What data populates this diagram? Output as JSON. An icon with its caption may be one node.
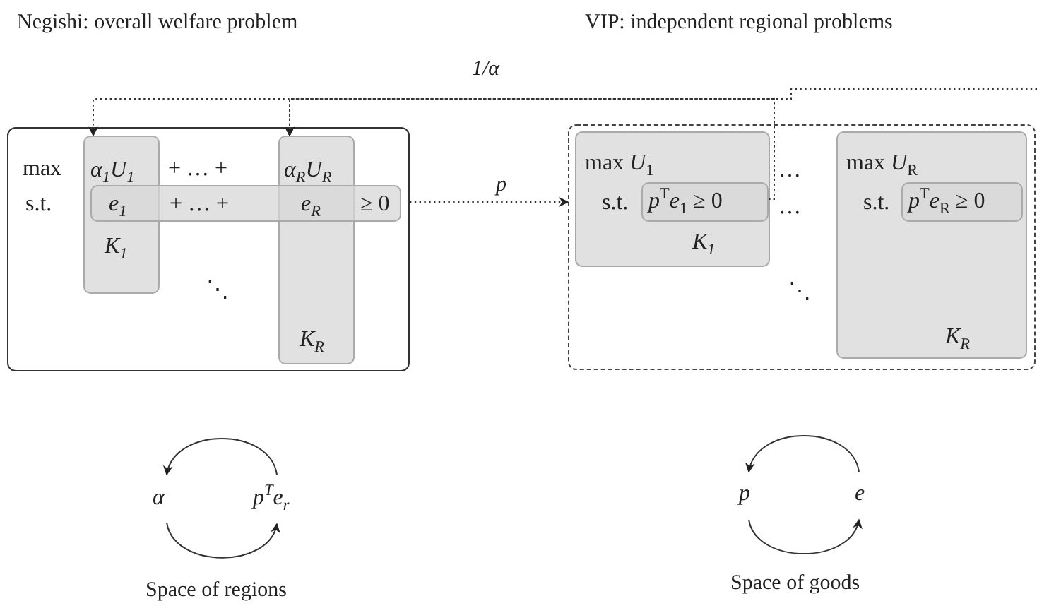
{
  "diagram": {
    "nodes": [
      {
        "text": [
          "max",
          "+ … +",
          "s.t.",
          "⋱"
        ]
      },
      {
        "text": [
          "α$_{1}$U$_{1}$",
          "K$_{1}$"
        ],
        "in": 0
      },
      {
        "text": [
          "α$_{R}$U$_{R}$",
          "K$_{R}$"
        ],
        "in": 0
      },
      {
        "text": [
          "e$_{1}$",
          "+ … +",
          "e$_{R}$",
          "≥ 0"
        ],
        "in": 0
      },
      {
        "text": [
          "…",
          "…",
          "⋱"
        ]
      },
      {
        "text": [
          "max *U*$_{1}$",
          "s.t.",
          "K$_{1}$"
        ],
        "in": 4
      },
      {
        "text": [
          "*p*$^{T}$*e*$_{1}$ ≥ 0"
        ],
        "in": 5
      },
      {
        "text": [
          "max *U*$_{R}$",
          "s.t.",
          "K$_{R}$"
        ],
        "in": 4
      },
      {
        "text": [
          "*p*$^{T}$*e*$_{R}$ ≥ 0"
        ],
        "in": 7
      },
      {
        "text": [
          "α"
        ]
      },
      {
        "text": [
          "p$^{T}$e$_{r}$"
        ]
      },
      {
        "text": [
          "p"
        ]
      },
      {
        "text": [
          "e"
        ]
      }
    ],
    "edges": [
      {
        "from": 6,
        "to": 1,
        "arrow": "to",
        "label": "1/α",
        "style": "dashed"
      },
      {
        "from": 6,
        "to": 2,
        "arrow": "to",
        "style": "dashed"
      },
      {
        "from": null,
        "to": 2,
        "arrow": "to",
        "style": "dashed"
      },
      {
        "from": 0,
        "to": 4,
        "arrow": "to",
        "label": "p",
        "style": "dashed"
      },
      {
        "from": 10,
        "to": 9,
        "arrow": "to"
      },
      {
        "from": 9,
        "to": 10,
        "arrow": "to"
      },
      {
        "from": 12,
        "to": 11,
        "arrow": "to"
      },
      {
        "from": 11,
        "to": 12,
        "arrow": "to"
      }
    ],
    "labels": [
      "Negishi: overall welfare problem",
      "VIP: independent regional problems",
      "Space of regions",
      "Space of goods"
    ]
  }
}
